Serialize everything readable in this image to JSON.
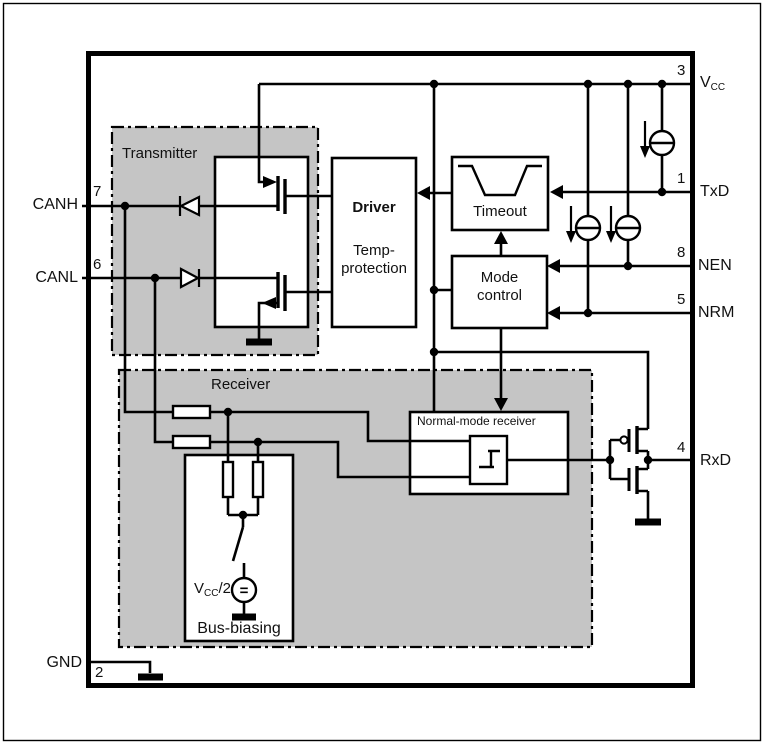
{
  "colors": {
    "background": "#ffffff",
    "line": "#000000",
    "region_fill": "#c5c5c5",
    "text": "#111111"
  },
  "regions": {
    "transmitter": {
      "label": "Transmitter"
    },
    "receiver": {
      "label": "Receiver"
    }
  },
  "blocks": {
    "driver": {
      "title": "Driver",
      "subtitle_line1": "Temp-",
      "subtitle_line2": "protection"
    },
    "timeout": {
      "label": "Timeout"
    },
    "mode_control": {
      "line1": "Mode",
      "line2": "control"
    },
    "normal_mode_receiver": {
      "label": "Normal-mode receiver"
    },
    "bus_biasing": {
      "label": "Bus-biasing"
    }
  },
  "voltage_source": {
    "prefix": "V",
    "sub": "CC",
    "suffix": "/2",
    "symbol": "="
  },
  "pins": {
    "left": [
      {
        "number": "7",
        "label": "CANH"
      },
      {
        "number": "6",
        "label": "CANL"
      },
      {
        "number": "2",
        "label": "GND"
      }
    ],
    "right": [
      {
        "number": "3",
        "label": "V",
        "label_sub": "CC"
      },
      {
        "number": "1",
        "label": "TxD"
      },
      {
        "number": "8",
        "label": "NEN"
      },
      {
        "number": "5",
        "label": "NRM"
      },
      {
        "number": "4",
        "label": "RxD"
      }
    ]
  }
}
